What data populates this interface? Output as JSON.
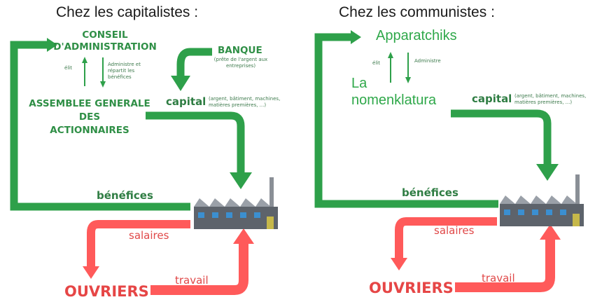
{
  "colors": {
    "green": "#2ea04a",
    "red": "#ff5a5a",
    "text": "#1a1a1a"
  },
  "left": {
    "title": "Chez les capitalistes :",
    "board_line1": "CONSEIL",
    "board_line2": "D'ADMINISTRATION",
    "elit": "élit",
    "administers_line1": "Administre et",
    "administers_line2": "répartit les",
    "administers_line3": "bénéfices",
    "assembly_line1": "ASSEMBLEE GENERALE",
    "assembly_line2": "DES",
    "assembly_line3": "ACTIONNAIRES",
    "bank": "BANQUE",
    "bank_note_line1": "(prête de l'argent aux",
    "bank_note_line2": "entreprises)",
    "capital": "capital",
    "capital_note_line1": "(argent, bâtiment, machines,",
    "capital_note_line2": "matières premières, ...)",
    "profits": "bénéfices",
    "wages": "salaires",
    "labor": "travail",
    "workers": "OUVRIERS"
  },
  "right": {
    "title": "Chez les communistes :",
    "top": "Apparatchiks",
    "elit": "élit",
    "administers": "Administre",
    "nomen_line1": "La",
    "nomen_line2": "nomenklatura",
    "capital": "capital",
    "capital_note_line1": "(argent, bâtiment, machines,",
    "capital_note_line2": "matières premières, ...)",
    "profits": "bénéfices",
    "wages": "salaires",
    "labor": "travail",
    "workers": "OUVRIERS"
  }
}
